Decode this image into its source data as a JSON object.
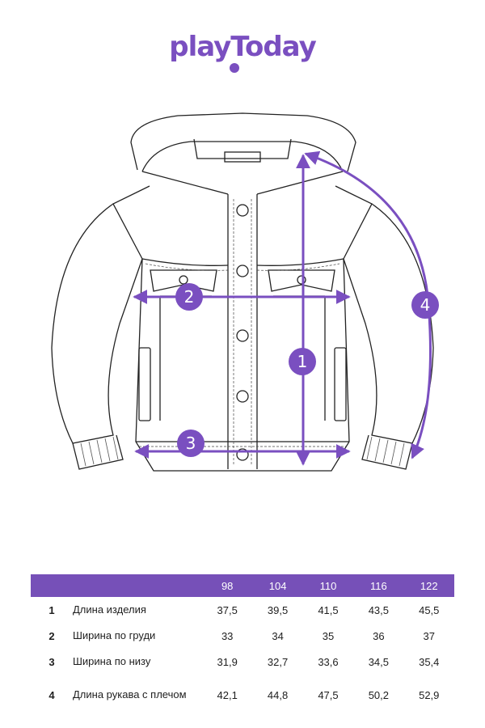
{
  "brand": {
    "name": "playToday",
    "accent_color": "#7a4fc0",
    "table_header_color": "#7650b8"
  },
  "diagram": {
    "badges": [
      "1",
      "2",
      "3",
      "4"
    ]
  },
  "size_table": {
    "sizes": [
      "98",
      "104",
      "110",
      "116",
      "122"
    ],
    "rows": [
      {
        "num": "1",
        "label": "Длина изделия",
        "values": [
          "37,5",
          "39,5",
          "41,5",
          "43,5",
          "45,5"
        ]
      },
      {
        "num": "2",
        "label": "Ширина по груди",
        "values": [
          "33",
          "34",
          "35",
          "36",
          "37"
        ]
      },
      {
        "num": "3",
        "label": "Ширина по низу",
        "values": [
          "31,9",
          "32,7",
          "33,6",
          "34,5",
          "35,4"
        ]
      },
      {
        "num": "4",
        "label": "Длина рукава с плечом",
        "values": [
          "42,1",
          "44,8",
          "47,5",
          "50,2",
          "52,9"
        ]
      }
    ]
  }
}
